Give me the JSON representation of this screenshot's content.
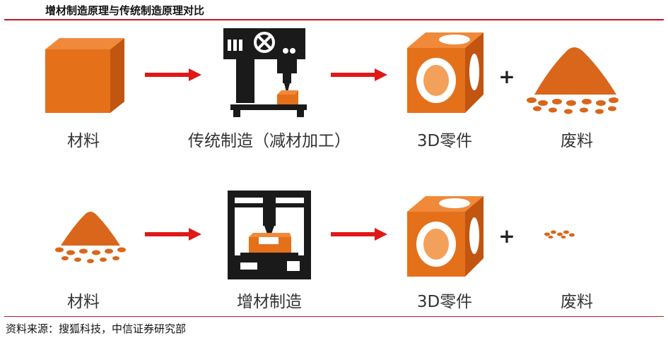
{
  "title": "增材制造原理与传统制造原理对比",
  "source": "资料来源：搜狐科技，中信证券研究部",
  "plus": "+",
  "row1": {
    "material": "材料",
    "process": "传统制造（减材加工）",
    "part": "3D零件",
    "waste": "废料"
  },
  "row2": {
    "material": "材料",
    "process": "增材制造",
    "part": "3D零件",
    "waste": "废料"
  },
  "colors": {
    "accent": "#c8141e",
    "orange": "#e5701a",
    "dark": "#1a1a1a",
    "arrow": "#e01818"
  }
}
